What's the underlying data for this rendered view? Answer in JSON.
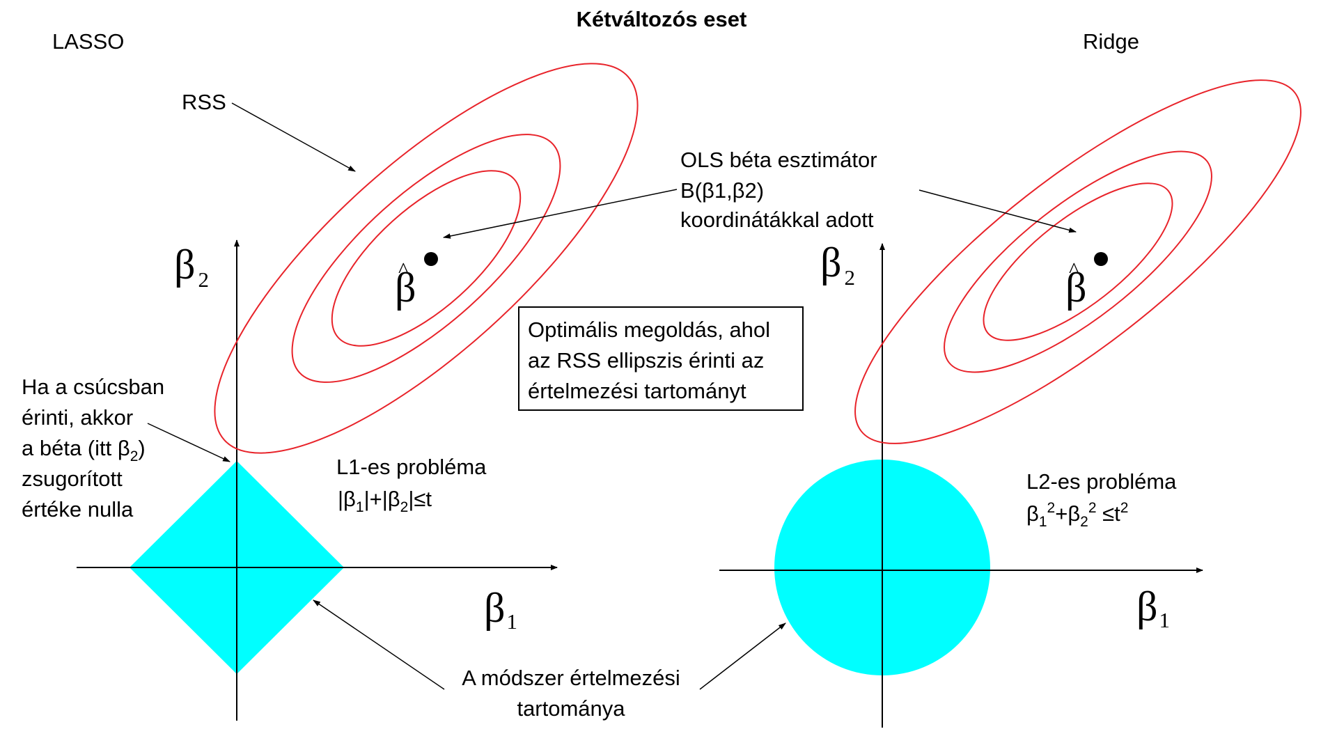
{
  "title": "Kétváltozós eset",
  "left_panel": {
    "name": "LASSO",
    "axis_y": "β",
    "axis_y_sub": "2",
    "axis_x": "β",
    "axis_x_sub": "1",
    "estimate_symbol": "β",
    "estimate_hat": "^",
    "rss_label": "RSS",
    "problem_title": "L1-es probléma",
    "constraint": {
      "p1": "|β",
      "s1": "1",
      "p2": "|+|β",
      "s2": "2",
      "p3": "|≤t"
    },
    "corner_note": {
      "line1": "Ha a csúcsban",
      "line2": "érinti, akkor",
      "line3_prefix": "a béta (itt β",
      "line3_sub": "2",
      "line3_suffix": ")",
      "line4": "zsugorított",
      "line5": "értéke nulla"
    },
    "region_shape": "diamond",
    "region_color": "#00ffff"
  },
  "right_panel": {
    "name": "Ridge",
    "axis_y": "β",
    "axis_y_sub": "2",
    "axis_x": "β",
    "axis_x_sub": "1",
    "estimate_symbol": "β",
    "estimate_hat": "^",
    "problem_title": "L2-es probléma",
    "constraint": {
      "p1": "β",
      "s1": "1",
      "sup1": "2",
      "p2": "+β",
      "s2": "2",
      "sup2": "2",
      "p3": " ≤t",
      "sup3": "2"
    },
    "region_shape": "circle",
    "region_color": "#00ffff"
  },
  "ols_label": {
    "line1": "OLS béta esztimátor",
    "line2": "B(β1,β2)",
    "line3": "koordinátákkal adott"
  },
  "optimal_box": {
    "line1": "Optimális megoldás, ahol",
    "line2": "az RSS ellipszis érinti az",
    "line3": "értelmezési tartományt"
  },
  "domain_label": {
    "line1": "A módszer értelmezési",
    "line2": "tartománya"
  },
  "colors": {
    "ellipse": "#e8232a",
    "region": "#00ffff",
    "ink": "#000000"
  }
}
